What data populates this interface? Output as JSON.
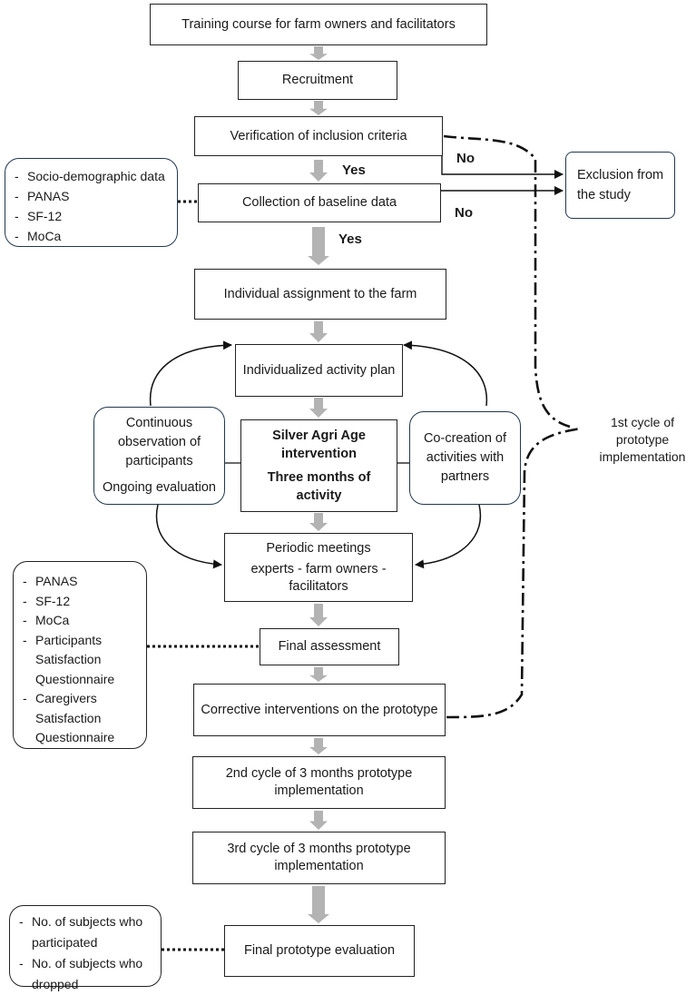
{
  "nodes": {
    "training": "Training course for farm owners and facilitators",
    "recruitment": "Recruitment",
    "verification": "Verification of inclusion criteria",
    "baseline": "Collection of baseline data",
    "exclusion": "Exclusion from the study",
    "assignment": "Individual assignment to the farm",
    "activity_plan": "Individualized activity plan",
    "intervention_line1": "Silver Agri Age intervention",
    "intervention_line2": "Three months of activity",
    "observation_line1": "Continuous observation of participants",
    "observation_line2": "Ongoing evaluation",
    "cocreation": "Co-creation of activities with partners",
    "meetings_line1": "Periodic meetings",
    "meetings_line2": "experts - farm owners - facilitators",
    "final_assessment": "Final assessment",
    "corrective": "Corrective interventions on the prototype",
    "cycle2": "2nd cycle of 3 months prototype implementation",
    "cycle3": "3rd cycle of 3 months prototype implementation",
    "final_evaluation": "Final prototype evaluation"
  },
  "labels": {
    "yes_1": "Yes",
    "yes_2": "Yes",
    "no_1": "No",
    "no_2": "No",
    "first_cycle": "1st cycle of prototype implementation"
  },
  "side_lists": {
    "baseline_measures": [
      "Socio-demographic data",
      "PANAS",
      "SF-12",
      "MoCa"
    ],
    "final_measures": [
      "PANAS",
      "SF-12",
      "MoCa",
      "Participants Satisfaction Questionnaire",
      "Caregivers Satisfaction Questionnaire"
    ],
    "evaluation_measures": [
      "No. of subjects who participated",
      "No. of subjects who dropped"
    ]
  },
  "colors": {
    "arrow_fill": "#b3b3b3",
    "box_border": "#222222",
    "blue_border": "#22384f"
  }
}
